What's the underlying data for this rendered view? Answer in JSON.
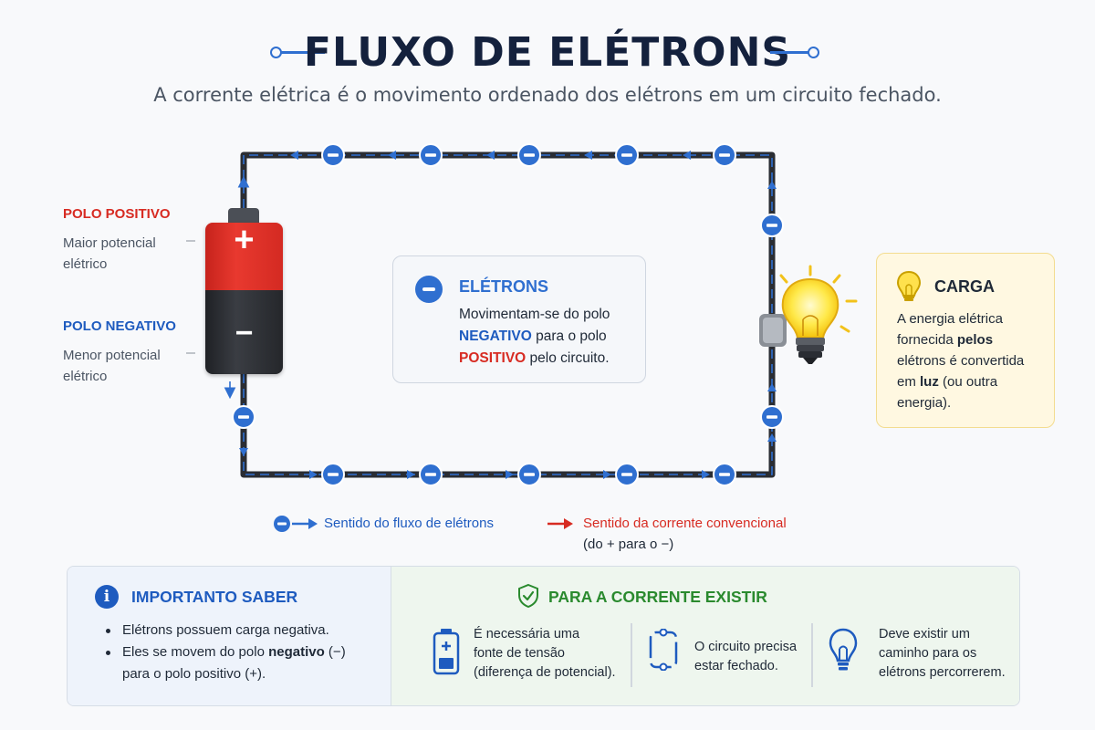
{
  "title": "FLUXO DE ELÉTRONS",
  "subtitle": "A corrente elétrica é o movimento ordenado dos elétrons em um circuito fechado.",
  "battery": {
    "plus_symbol": "+",
    "minus_symbol": "−",
    "positive_label": "POLO POSITIVO",
    "positive_desc_1": "Maior potencial",
    "positive_desc_2": "elétrico",
    "negative_label": "POLO NEGATIVO",
    "negative_desc_1": "Menor potencial",
    "negative_desc_2": "elétrico"
  },
  "electrons_box": {
    "title": "ELÉTRONS",
    "line1": "Movimentam-se do polo",
    "line2_bold": "NEGATIVO",
    "line2_rest": " para o polo",
    "line3_bold": "POSITIVO",
    "line3_rest": " pelo circuito."
  },
  "load_box": {
    "title": "CARGA",
    "line1": "A energia elétrica",
    "line2_pre": "fornecida ",
    "line2_bold": "pelos",
    "line3": "elétrons é convertida",
    "line4_pre": "em ",
    "line4_bold": "luz",
    "line4_rest": " (ou outra",
    "line5": "energia)."
  },
  "legend": {
    "electron_flow": "Sentido do fluxo de elétrons",
    "conventional": "Sentido da corrente convencional",
    "conventional_sub": "(do + para o −)"
  },
  "important": {
    "icon": "i",
    "title": "IMPORTANTO SABER",
    "item1": "Elétrons possuem carga negativa.",
    "item2_pre": "Eles se movem do polo ",
    "item2_bold": "negativo",
    "item2_rest": " (−)",
    "item2_line2": "para o polo positivo (+)."
  },
  "requirements": {
    "title": "PARA A CORRENTE EXISTIR",
    "r1_l1": "É necessária uma",
    "r1_l2": "fonte de tensão",
    "r1_l3": "(diferença de potencial).",
    "r2_l1": "O circuito precisa",
    "r2_l2": "estar fechado.",
    "r3_l1": "Deve existir um",
    "r3_l2": "caminho para os",
    "r3_l3": "elétrons percorrerem."
  },
  "colors": {
    "electron_blue": "#2f6fd0",
    "positive_red": "#d72b22",
    "wire": "#2a2d33",
    "title_navy": "#14213d",
    "green": "#2a8a2e"
  }
}
